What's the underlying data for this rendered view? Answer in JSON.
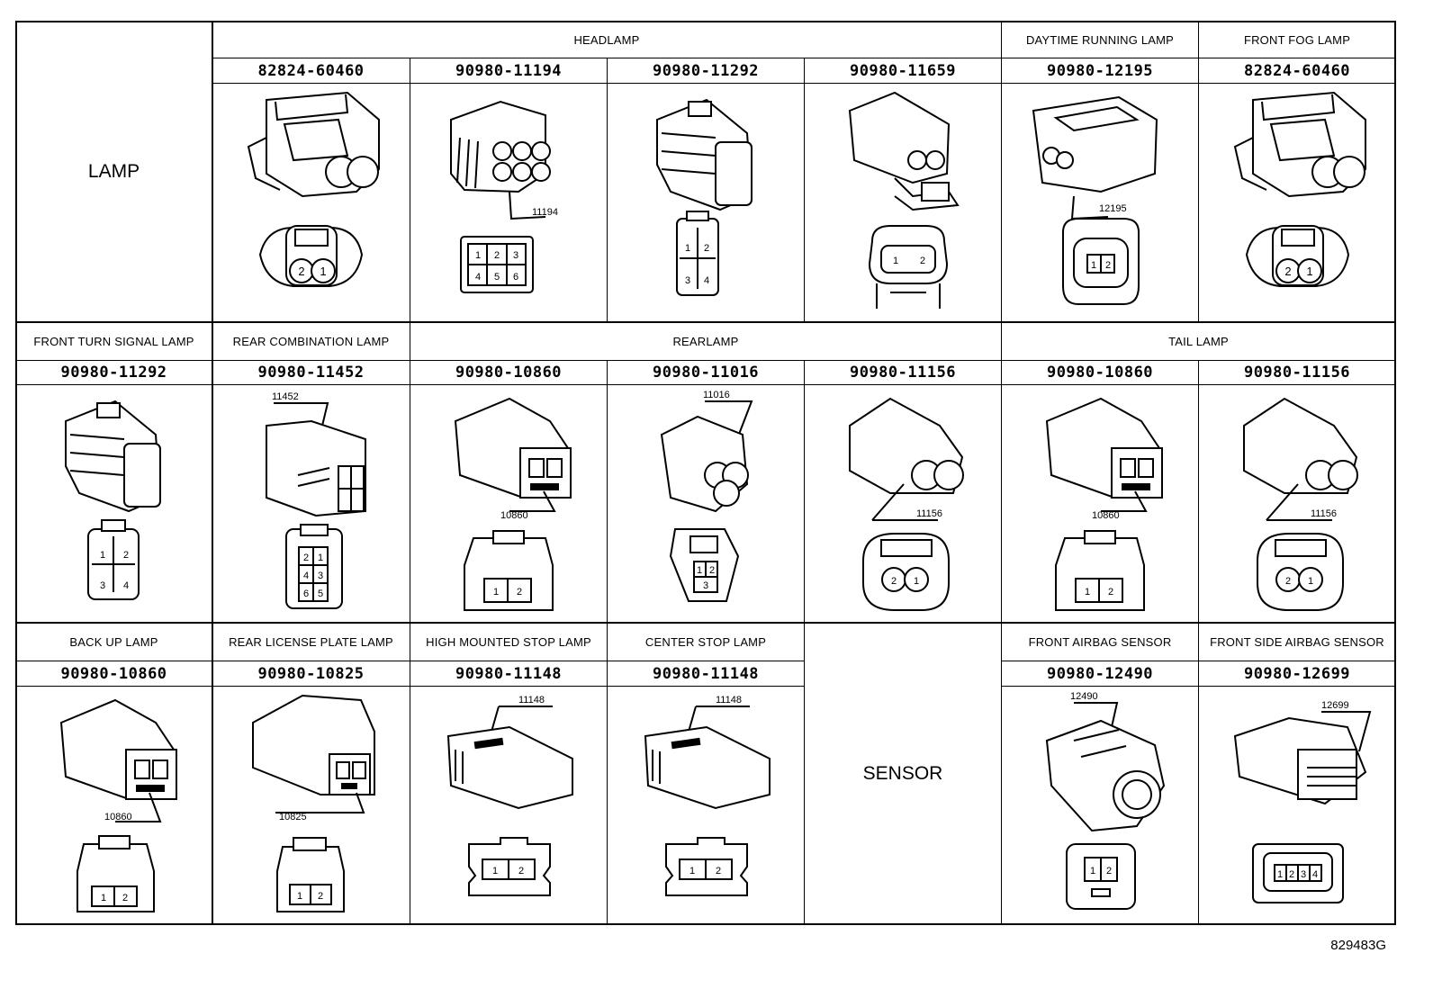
{
  "figure_code": "829483G",
  "lamp_label": "LAMP",
  "sensor_label": "SENSOR",
  "row1": {
    "groups": [
      "HEADLAMP",
      "DAYTIME RUNNING LAMP",
      "FRONT FOG LAMP"
    ],
    "parts": [
      "82824-60460",
      "90980-11194",
      "90980-11292",
      "90980-11659",
      "90980-12195",
      "82824-60460"
    ],
    "callouts": [
      "11194",
      "12195"
    ],
    "pins": {
      "c1": [
        "2",
        "1"
      ],
      "c2": [
        "1",
        "2",
        "3",
        "4",
        "5",
        "6"
      ],
      "c3": [
        "1",
        "2",
        "3",
        "4"
      ],
      "c4": [
        "1",
        "2"
      ],
      "c5": [
        "1",
        "2"
      ],
      "c6": [
        "2",
        "1"
      ]
    }
  },
  "row2": {
    "groups": [
      "FRONT TURN SIGNAL LAMP",
      "REAR COMBINATION LAMP",
      "REARLAMP",
      "TAIL LAMP"
    ],
    "parts": [
      "90980-11292",
      "90980-11452",
      "90980-10860",
      "90980-11016",
      "90980-11156",
      "90980-10860",
      "90980-11156"
    ],
    "callouts": [
      "11452",
      "10860",
      "11016",
      "11156",
      "10860",
      "11156"
    ],
    "pins": {
      "c1": [
        "1",
        "2",
        "3",
        "4"
      ],
      "c2": [
        "2",
        "1",
        "4",
        "3",
        "6",
        "5"
      ],
      "c3": [
        "1",
        "2"
      ],
      "c4": [
        "1",
        "2",
        "3"
      ],
      "c5": [
        "2",
        "1"
      ],
      "c6": [
        "1",
        "2"
      ],
      "c7": [
        "2",
        "1"
      ]
    }
  },
  "row3": {
    "groups": [
      "BACK UP LAMP",
      "REAR LICENSE PLATE LAMP",
      "HIGH MOUNTED STOP LAMP",
      "CENTER STOP LAMP",
      "FRONT AIRBAG SENSOR",
      "FRONT SIDE AIRBAG SENSOR"
    ],
    "parts": [
      "90980-10860",
      "90980-10825",
      "90980-11148",
      "90980-11148",
      "90980-12490",
      "90980-12699"
    ],
    "callouts": [
      "10860",
      "10825",
      "11148",
      "11148",
      "12490",
      "12699"
    ],
    "pins": {
      "c1": [
        "1",
        "2"
      ],
      "c2": [
        "1",
        "2"
      ],
      "c3": [
        "1",
        "2"
      ],
      "c4": [
        "1",
        "2"
      ],
      "c6": [
        "1",
        "2"
      ],
      "c7": [
        "1",
        "2",
        "3",
        "4"
      ]
    }
  }
}
